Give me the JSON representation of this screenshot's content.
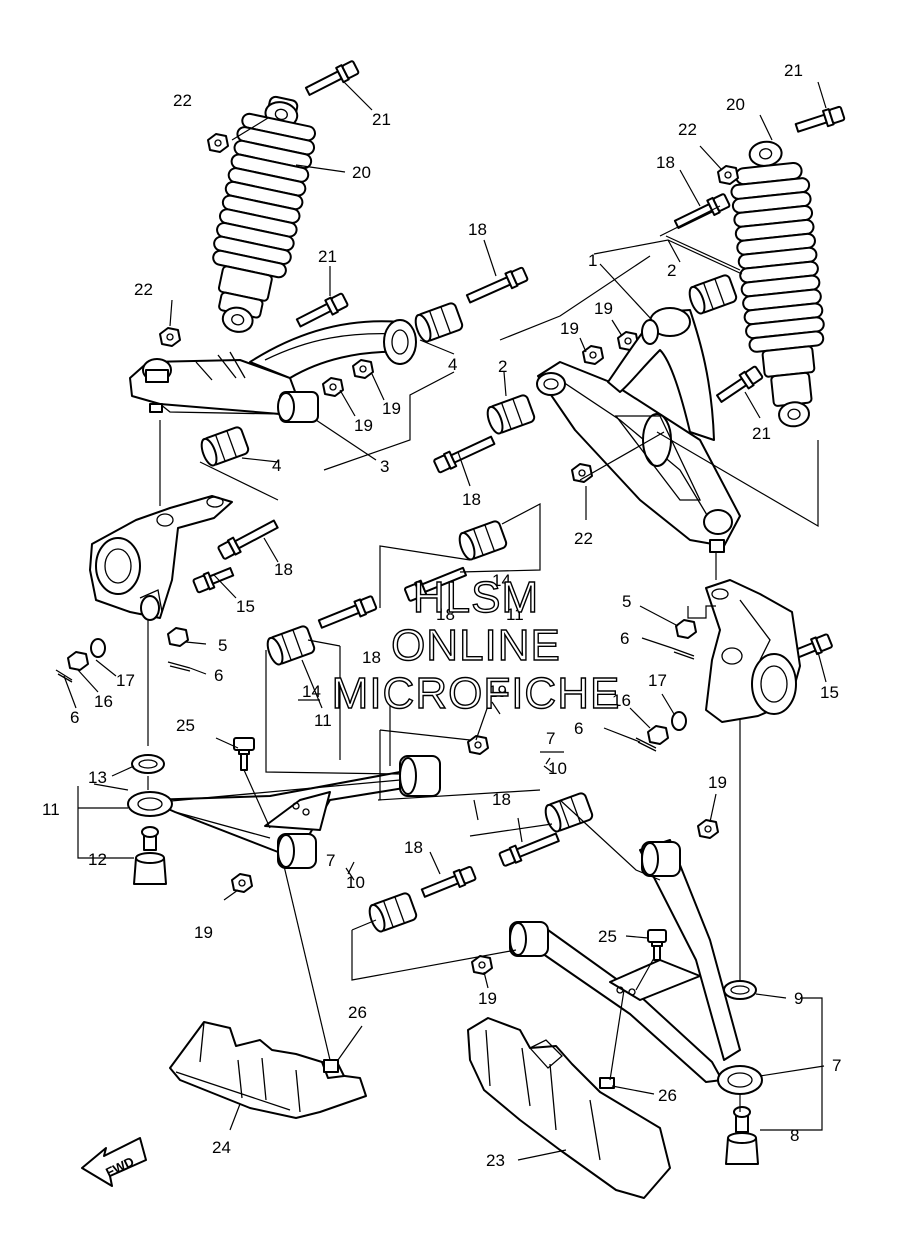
{
  "callouts": {
    "c1": "1",
    "c2a": "2",
    "c2b": "2",
    "c3": "3",
    "c4a": "4",
    "c4b": "4",
    "c5a": "5",
    "c5b": "5",
    "c6a": "6",
    "c6b": "6",
    "c6c": "6",
    "c6d": "6",
    "c7a": "7",
    "c7b": "7",
    "c7c": "7",
    "c8": "8",
    "c9": "9",
    "c10a": "10",
    "c10b": "10",
    "c11a": "11",
    "c11b": "11",
    "c11c": "11",
    "c12": "12",
    "c13": "13",
    "c14a": "14",
    "c14b": "14",
    "c15a": "15",
    "c15b": "15",
    "c16a": "16",
    "c16b": "16",
    "c17a": "17",
    "c17b": "17",
    "c18a": "18",
    "c18b": "18",
    "c18c": "18",
    "c18d": "18",
    "c18e": "18",
    "c18f": "18",
    "c18g": "18",
    "c18h": "18",
    "c19a": "19",
    "c19b": "19",
    "c19c": "19",
    "c19d": "19",
    "c19e": "19",
    "c19f": "19",
    "c19g": "19",
    "c19h": "19",
    "c20a": "20",
    "c20b": "20",
    "c21a": "21",
    "c21b": "21",
    "c21c": "21",
    "c21d": "21",
    "c22a": "22",
    "c22b": "22",
    "c22c": "22",
    "c22d": "22",
    "c23": "23",
    "c24": "24",
    "c25a": "25",
    "c25b": "25",
    "c26a": "26",
    "c26b": "26"
  },
  "watermark": {
    "line1": "HLSM",
    "line2": "ONLINE",
    "line3": "MICROFICHE"
  },
  "fwd_label": "FWD"
}
